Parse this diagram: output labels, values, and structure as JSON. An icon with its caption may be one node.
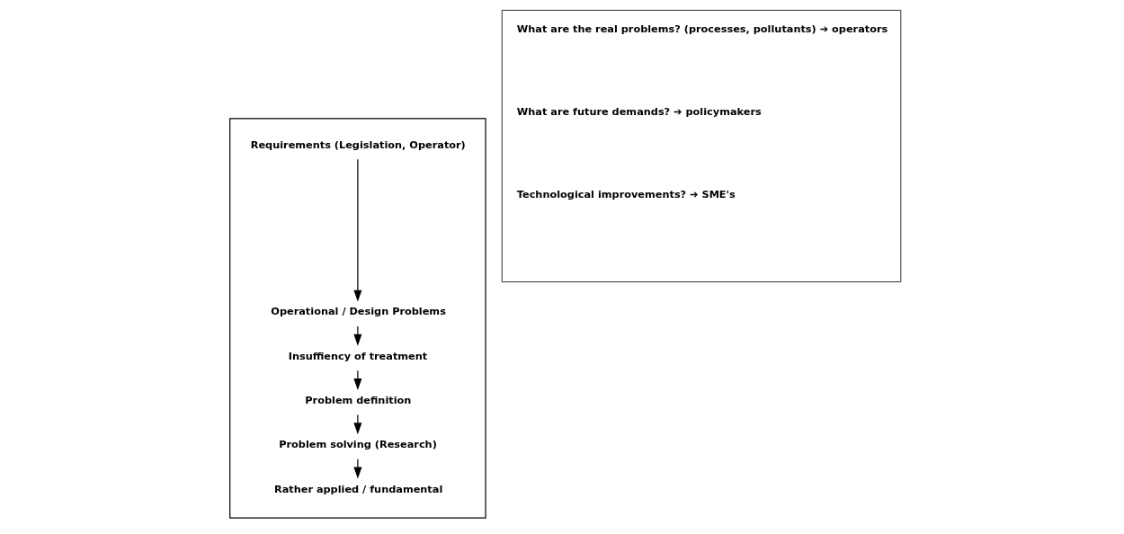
{
  "diagram": {
    "nodes": [
      {
        "text": [],
        "shape": "box"
      },
      {
        "text": [
          "Requirements (Legislation, Operator)"
        ],
        "in": 0
      },
      {
        "text": [
          "Operational / Design Problems"
        ],
        "in": 0
      },
      {
        "text": [
          "Insuffiency of treatment"
        ],
        "in": 0
      },
      {
        "text": [
          "Problem definition"
        ],
        "in": 0
      },
      {
        "text": [
          "Problem solving (Research)"
        ],
        "in": 0
      },
      {
        "text": [
          "Rather applied / fundamental"
        ],
        "in": 0
      },
      {
        "text": [
          "What are the real problems? (processes, pollutants) ➔ operators",
          "What are future demands? ➔ policymakers",
          "Technological improvements? ➔ SME's"
        ]
      }
    ],
    "edges": [
      {
        "from": 1,
        "to": 2,
        "arrow": "to"
      },
      {
        "from": 2,
        "to": 3,
        "arrow": "to"
      },
      {
        "from": 3,
        "to": 4,
        "arrow": "to"
      },
      {
        "from": 4,
        "to": 5,
        "arrow": "to"
      },
      {
        "from": 5,
        "to": 6,
        "arrow": "to"
      }
    ]
  }
}
